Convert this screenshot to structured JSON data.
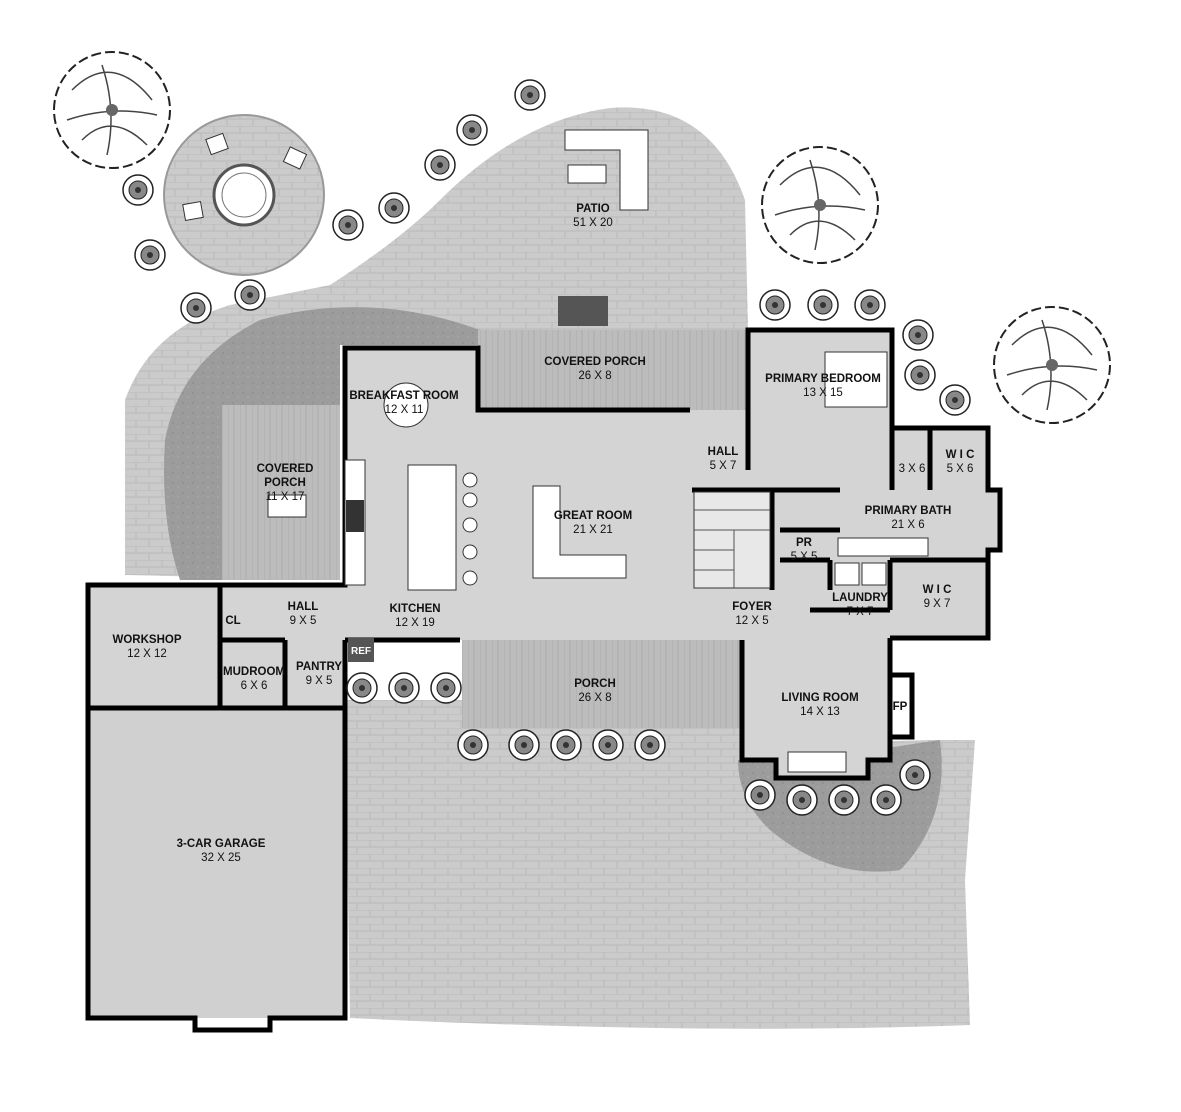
{
  "rooms": {
    "patio": {
      "name": "PATIO",
      "dims": "51 X 20"
    },
    "covered_porch_rear": {
      "name": "COVERED PORCH",
      "dims": "26 X 8"
    },
    "primary_bedroom": {
      "name": "PRIMARY BEDROOM",
      "dims": "13 X 15"
    },
    "breakfast_room": {
      "name": "BREAKFAST ROOM",
      "dims": "12 X 11"
    },
    "covered_porch_side": {
      "name_line1": "COVERED",
      "name_line2": "PORCH",
      "dims": "11 X 17"
    },
    "hall_upper": {
      "name": "HALL",
      "dims": "5 X 7"
    },
    "great_room": {
      "name": "GREAT ROOM",
      "dims": "21 X 21"
    },
    "toilet": {
      "dims": "3 X 6"
    },
    "wic_upper": {
      "name": "W I C",
      "dims": "5 X 6"
    },
    "primary_bath": {
      "name": "PRIMARY BATH",
      "dims": "21 X 6"
    },
    "pr": {
      "name": "PR",
      "dims": "5 X 5"
    },
    "laundry": {
      "name": "LAUNDRY",
      "dims": "7 X 7"
    },
    "wic_lower": {
      "name": "W I C",
      "dims": "9 X 7"
    },
    "workshop": {
      "name": "WORKSHOP",
      "dims": "12 X 12"
    },
    "cl": {
      "name": "CL"
    },
    "hall_lower": {
      "name": "HALL",
      "dims": "9 X 5"
    },
    "kitchen": {
      "name": "KITCHEN",
      "dims": "12 X 19"
    },
    "foyer": {
      "name": "FOYER",
      "dims": "12 X 5"
    },
    "mudroom": {
      "name": "MUDROOM",
      "dims": "6 X 6"
    },
    "pantry": {
      "name": "PANTRY",
      "dims": "9 X 5"
    },
    "ref": {
      "name": "REF"
    },
    "porch": {
      "name": "PORCH",
      "dims": "26 X 8"
    },
    "living_room": {
      "name": "LIVING ROOM",
      "dims": "14 X 13"
    },
    "fp": {
      "name": "FP"
    },
    "garage": {
      "name": "3-CAR GARAGE",
      "dims": "32 X 25"
    }
  },
  "colors": {
    "paving": "#c9c9c9",
    "lawn": "#9a9a9a",
    "interior": "#d2d2d2",
    "porch_deck": "#bdbdbd",
    "wall": "#000000"
  }
}
